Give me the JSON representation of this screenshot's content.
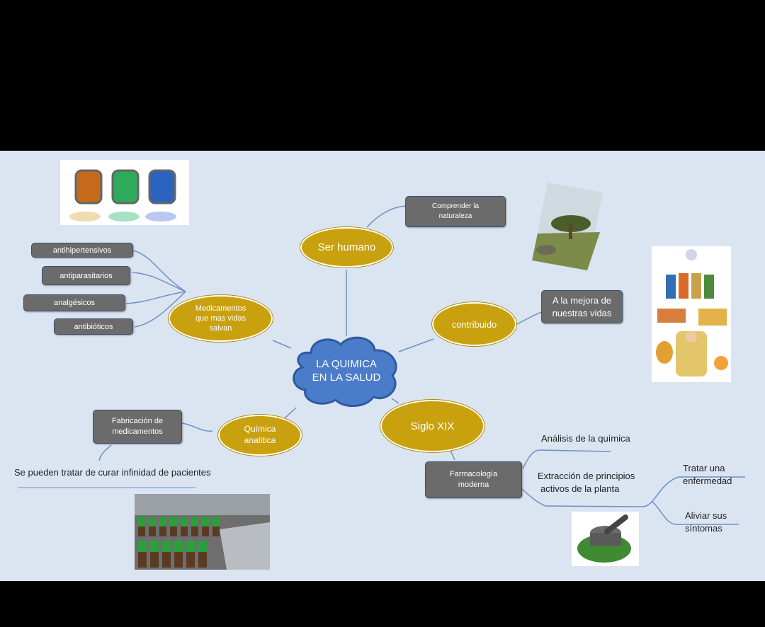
{
  "center": "LA QUIMICA EN LA SALUD",
  "ovals": {
    "ser_humano": "Ser humano",
    "medicamentos": "Medicamentos que mas vidas salvan",
    "contribuido": "contribuido",
    "quimica_analitica": "Química analítica",
    "siglo_xix": "Siglo XIX"
  },
  "boxes": {
    "comprender": "Comprender la naturaleza",
    "mejora": "A la mejora de nuestras vidas",
    "antihipertensivos": "antihipertensivos",
    "antiparasitarios": "antiparasitarios",
    "analgesicos": "analgésicos",
    "antibioticos": "antibióticos",
    "fabricacion": "Fabricación de medicamentos",
    "farmacologia": "Farmacología moderna"
  },
  "texts": {
    "pacientes": "Se pueden tratar de curar infinidad de pacientes",
    "analisis": "Análisis de la química",
    "extraccion": "Extracción de principios activos de la planta",
    "tratar": "Tratar una enfermedad",
    "aliviar": "Aliviar sus síntomas"
  },
  "colors": {
    "background": "#dbe5f1",
    "oval_fill": "#c9a00e",
    "box_fill": "#6b6b6b",
    "cloud_fill": "#4a7cc9",
    "connector": "#6f8fc6"
  }
}
